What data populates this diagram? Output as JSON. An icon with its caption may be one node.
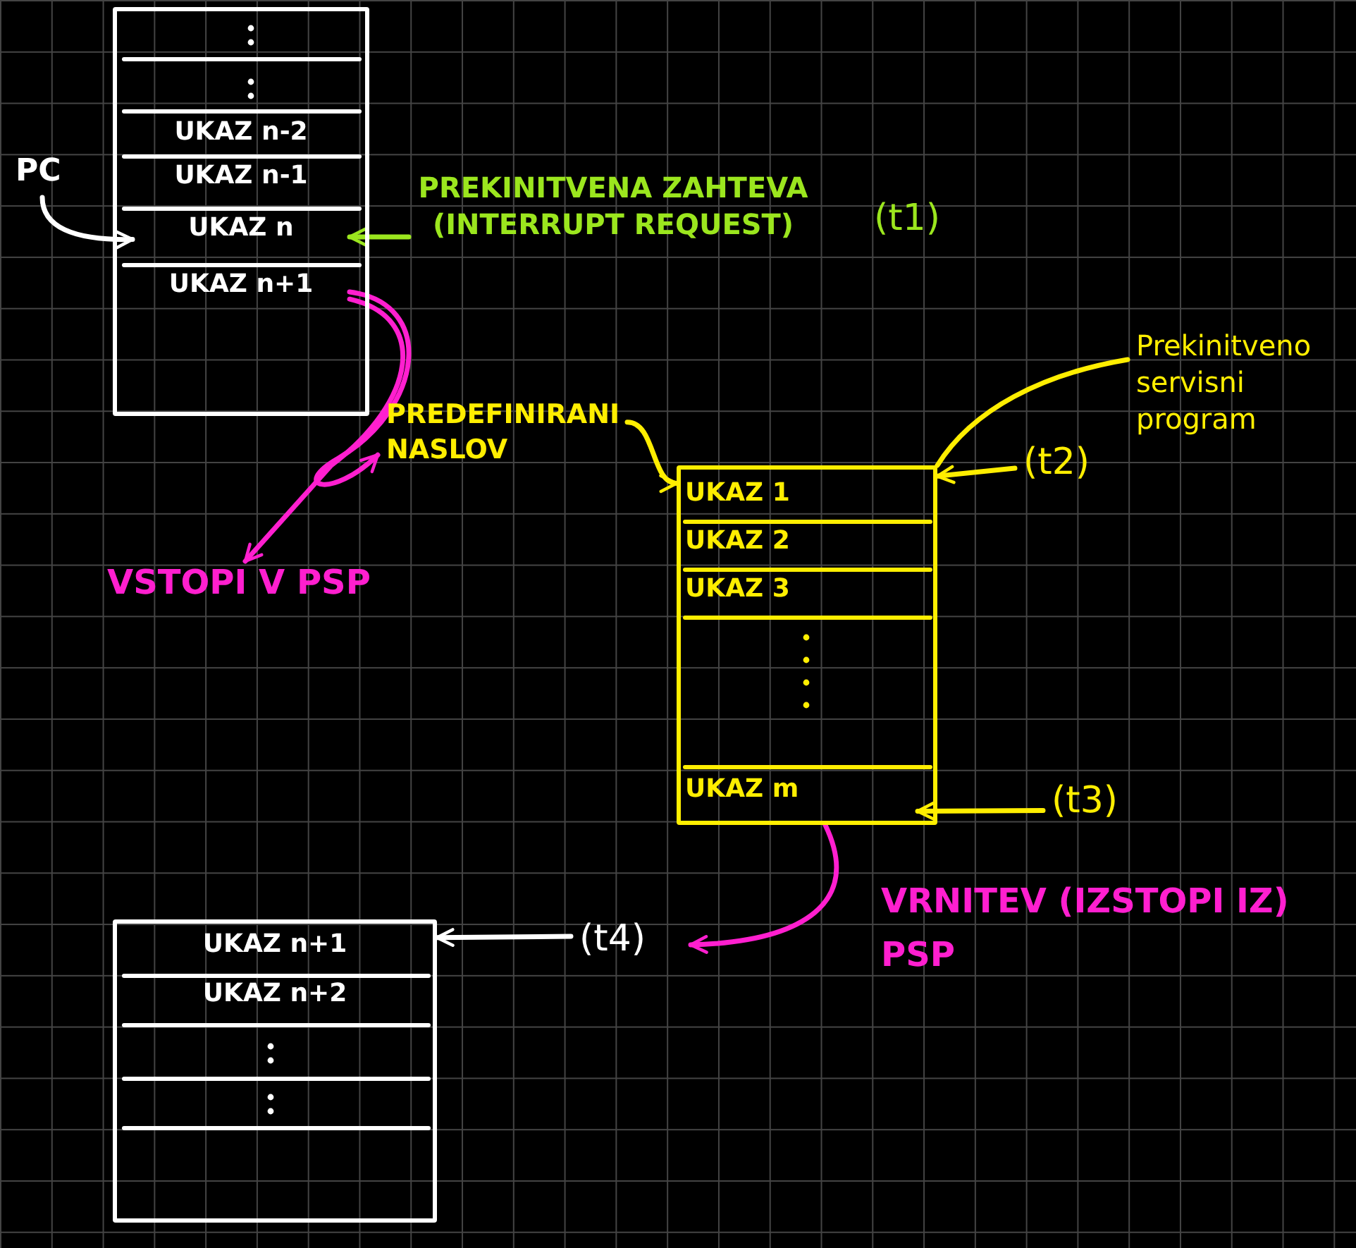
{
  "diagram": {
    "nodes": [
      {
        "text": [],
        "shape": "box"
      },
      {
        "text": [
          "UKAZ n-2"
        ],
        "in": 0
      },
      {
        "text": [
          "UKAZ n-1"
        ],
        "in": 0
      },
      {
        "text": [
          "UKAZ n"
        ],
        "in": 0
      },
      {
        "text": [
          "UKAZ n+1"
        ],
        "in": 0
      },
      {
        "text": [
          "PC"
        ]
      },
      {
        "text": [
          "PREKINITVENA ZAHTEVA (INTERRUPT REQUEST)"
        ],
        "beside": [
          "(t1)"
        ]
      },
      {
        "text": [
          "PREDEFINIRANI NASLOV"
        ]
      },
      {
        "text": [],
        "shape": "box"
      },
      {
        "text": [
          "UKAZ 1"
        ],
        "in": 8
      },
      {
        "text": [
          "UKAZ 2"
        ],
        "in": 8
      },
      {
        "text": [
          "UKAZ 3"
        ],
        "in": 8
      },
      {
        "text": [
          "UKAZ m"
        ],
        "in": 8
      },
      {
        "text": [
          "Prekinitveno servisni program"
        ]
      },
      {
        "text": [
          "(t2)"
        ]
      },
      {
        "text": [
          "(t3)"
        ]
      },
      {
        "text": [
          "VSTOPI V PSP"
        ]
      },
      {
        "text": [
          "(t4)"
        ]
      },
      {
        "text": [],
        "shape": "box"
      },
      {
        "text": [
          "UKAZ n+1"
        ],
        "in": 18
      },
      {
        "text": [
          "UKAZ n+2"
        ],
        "in": 18
      }
    ],
    "edges": [
      {
        "from": 5,
        "to": 3,
        "arrow": "to",
        "color": "#ffffff"
      },
      {
        "from": 6,
        "to": 3,
        "arrow": "to",
        "color": "#9be61e"
      },
      {
        "from": 4,
        "to": 7,
        "arrow": "to",
        "color": "#ff1fcf"
      },
      {
        "from": 4,
        "to": 16,
        "arrow": "to",
        "color": "#ff1fcf"
      },
      {
        "from": 7,
        "to": 8,
        "arrow": "to",
        "color": "#ffee00"
      },
      {
        "from": 13,
        "to": 8,
        "arrow": "none",
        "color": "#ffee00"
      },
      {
        "from": 14,
        "to": 8,
        "arrow": "to",
        "color": "#ffee00"
      },
      {
        "from": 15,
        "to": 12,
        "arrow": "to",
        "color": "#ffee00"
      },
      {
        "from": 8,
        "to": 17,
        "arrow": "to",
        "color": "#ff1fcf"
      },
      {
        "from": 17,
        "to": 18,
        "arrow": "to",
        "color": "#ffffff"
      }
    ],
    "labels": [
      "VRNITEV (IZSTOPI IZ) PSP"
    ]
  }
}
